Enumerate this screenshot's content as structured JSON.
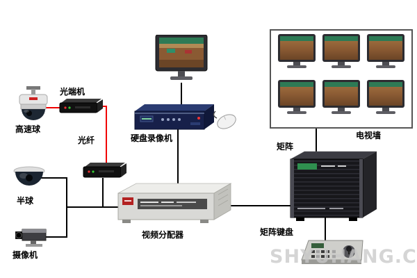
{
  "labels": {
    "speed_dome": "高速球",
    "optical_transceiver": "光端机",
    "fiber": "光纤",
    "half_dome": "半球",
    "camera": "摄像机",
    "dvr": "硬盘录像机",
    "tv_wall": "电视墙",
    "matrix": "矩阵",
    "video_distributor": "视频分配器",
    "matrix_keyboard": "矩阵键盘"
  },
  "watermark": "SHYUHANG.COM",
  "colors": {
    "fiber_line": "#ff0000",
    "signal_line": "#000000",
    "label_text": "#000000",
    "dvr_body": "#1b2450",
    "matrix_body": "#141418",
    "distributor_body": "#d9d9d6"
  }
}
